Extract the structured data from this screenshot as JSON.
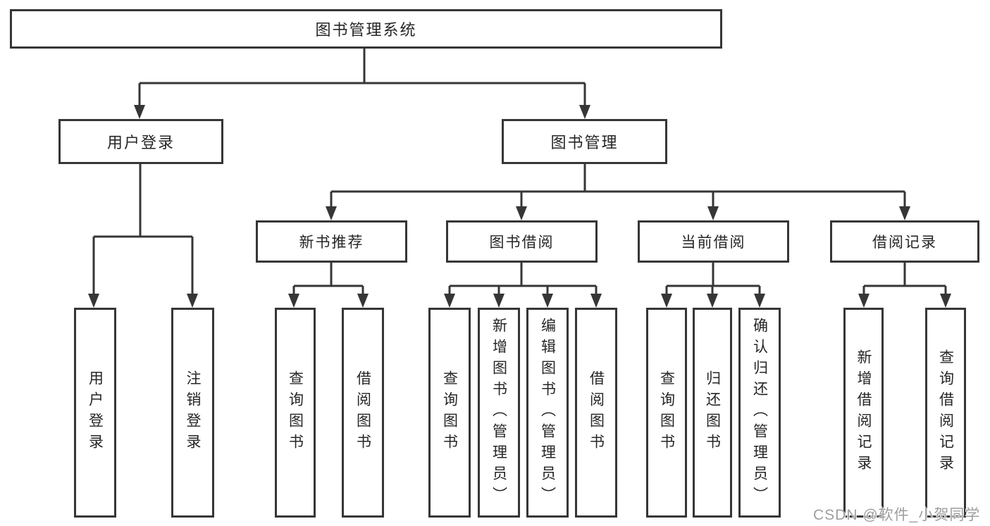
{
  "colors": {
    "background": "#ffffff",
    "line": "#363636",
    "box_border": "#363636",
    "text": "#262626",
    "watermark": "#9e9e9e"
  },
  "diagram": {
    "title": "图书管理系统",
    "level2": {
      "user_login": "用户登录",
      "book_management": "图书管理"
    },
    "level3": {
      "new_book": "新书推荐",
      "book_borrow": "图书借阅",
      "current_borrow": "当前借阅",
      "borrow_record": "借阅记录"
    },
    "leaves": {
      "user_login": [
        "用户登录",
        "注销登录"
      ],
      "new_book": [
        "查询图书",
        "借阅图书"
      ],
      "book_borrow": [
        "查询图书",
        "新增图书（管理员）",
        "编辑图书（管理员）",
        "借阅图书"
      ],
      "current_borrow": [
        "查询图书",
        "归还图书",
        "确认归还（管理员）"
      ],
      "borrow_record": [
        "新增借阅记录",
        "查询借阅记录"
      ]
    }
  },
  "watermark": "CSDN @软件_小贺同学"
}
